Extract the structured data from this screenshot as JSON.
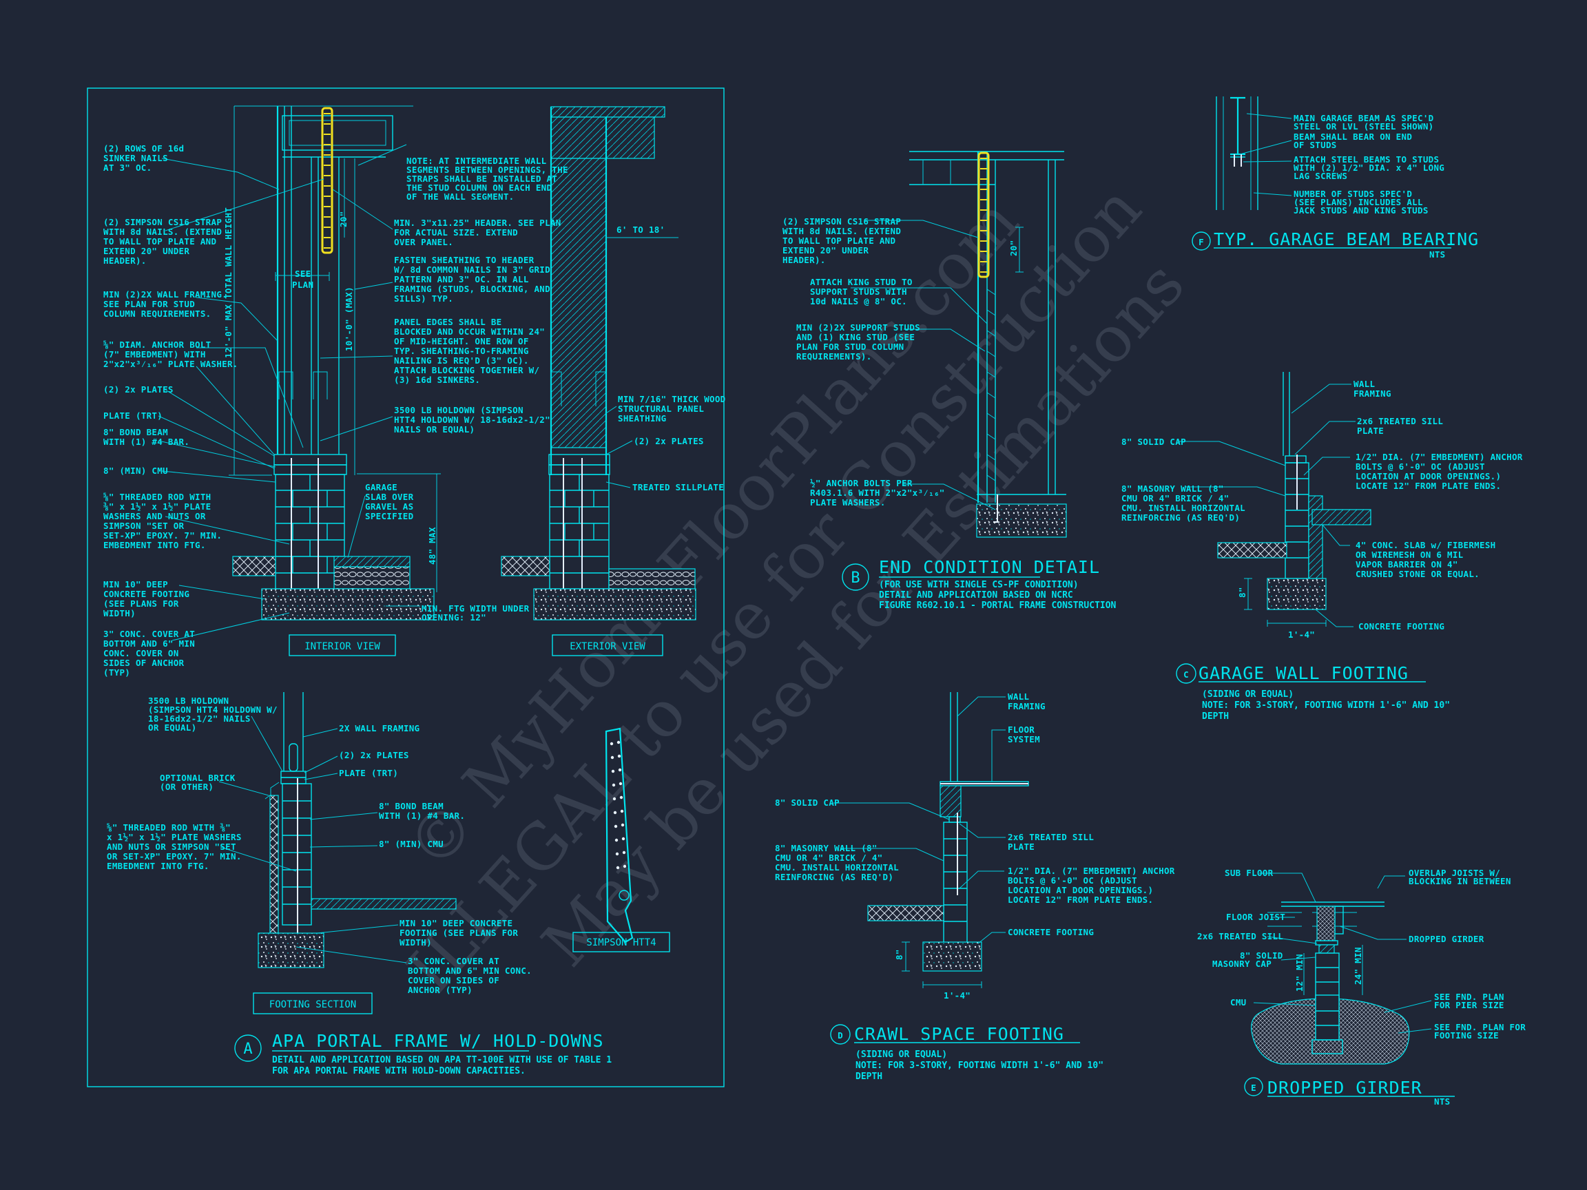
{
  "watermark": {
    "line1": "© MyHomeFloorPlans.com",
    "line2": "ILLEGAL to use for Construction",
    "line3": "May be used for Estimations"
  },
  "colors": {
    "background": "#1f2636",
    "linework": "#00e4ee",
    "highlight": "#f0e020"
  },
  "detail_a": {
    "letter": "A",
    "title": "APA PORTAL FRAME W/ HOLD-DOWNS",
    "sub1": "DETAIL AND APPLICATION BASED ON APA TT-100E WITH USE OF TABLE 1",
    "sub2": "FOR APA PORTAL FRAME WITH HOLD-DOWN CAPACITIES.",
    "interior_view": "INTERIOR VIEW",
    "exterior_view": "EXTERIOR VIEW",
    "footing_section": "FOOTING SECTION",
    "simpson": "SIMPSON HTT4",
    "dim_total": "12'-0\" MAX TOTAL WALL HEIGHT",
    "dim_20": "20\"",
    "dim_10": "10'-0\" (MAX)",
    "dim_48": "48\" MAX",
    "dim_see_plan": [
      "SEE",
      "PLAN"
    ],
    "dim_6to18": "6' TO 18'",
    "left_notes": [
      [
        "(2) ROWS OF 16d",
        "SINKER NAILS",
        "AT 3\" OC."
      ],
      [
        "(2) SIMPSON CS16 STRAP",
        "WITH 8d NAILS. (EXTEND",
        "TO WALL TOP PLATE AND",
        "EXTEND 20\" UNDER",
        "HEADER)."
      ],
      [
        "MIN (2)2X WALL FRAMING.",
        "SEE PLAN FOR STUD",
        "COLUMN REQUIREMENTS."
      ],
      [
        "⅝\" DIAM. ANCHOR BOLT",
        "(7\" EMBEDMENT) WITH",
        "2\"x2\"x³⁄₁₆\" PLATE WASHER."
      ],
      [
        "(2) 2x PLATES"
      ],
      [
        "PLATE (TRT)"
      ],
      [
        "8\" BOND BEAM",
        "WITH (1) #4 BAR."
      ],
      [
        "8\" (MIN) CMU"
      ],
      [
        "⅝\" THREADED ROD WITH",
        "⅜\" x 1½\" x 1½\" PLATE",
        "WASHERS AND NUTS OR",
        "SIMPSON \"SET OR",
        "SET-XP\" EPOXY. 7\" MIN.",
        "EMBEDMENT INTO FTG."
      ],
      [
        "MIN 10\" DEEP",
        "CONCRETE FOOTING",
        "(SEE PLANS FOR",
        "WIDTH)"
      ],
      [
        "3\" CONC. COVER AT",
        "BOTTOM AND 6\" MIN",
        "CONC. COVER ON",
        "SIDES OF ANCHOR",
        "(TYP)"
      ]
    ],
    "mid_notes": [
      [
        "NOTE: AT INTERMEDIATE WALL",
        "SEGMENTS BETWEEN OPENINGS, THE",
        "STRAPS SHALL BE INSTALLED AT",
        "THE STUD COLUMN ON EACH END",
        "OF THE WALL SEGMENT."
      ],
      [
        "MIN. 3\"x11.25\" HEADER. SEE PLAN",
        "FOR ACTUAL SIZE. EXTEND",
        "OVER PANEL."
      ],
      [
        "FASTEN SHEATHING TO HEADER",
        "W/ 8d COMMON NAILS IN 3\" GRID",
        "PATTERN AND 3\" OC. IN ALL",
        "FRAMING (STUDS, BLOCKING, AND",
        "SILLS) TYP."
      ],
      [
        "PANEL EDGES SHALL BE",
        "BLOCKED AND OCCUR WITHIN 24\"",
        "OF MID-HEIGHT. ONE ROW OF",
        "TYP. SHEATHING-TO-FRAMING",
        "NAILING IS REQ'D (3\" OC).",
        "ATTACH BLOCKING TOGETHER W/",
        "(3) 16d SINKERS."
      ],
      [
        "3500 LB HOLDOWN (SIMPSON",
        "HTT4 HOLDOWN W/ 18-16dx2-1/2\"",
        "NAILS OR EQUAL)"
      ],
      [
        "GARAGE",
        "SLAB OVER",
        "GRAVEL AS",
        "SPECIFIED"
      ],
      [
        "MIN. FTG WIDTH UNDER",
        "OPENING: 12\""
      ]
    ],
    "ext_notes": [
      [
        "MIN 7/16\" THICK WOOD",
        "STRUCTURAL PANEL",
        "SHEATHING"
      ],
      [
        "(2) 2x PLATES"
      ],
      [
        "TREATED SILLPLATE"
      ]
    ],
    "foot_notes": [
      [
        "3500 LB HOLDOWN",
        "(SIMPSON HTT4 HOLDOWN W/",
        "18-16dx2-1/2\" NAILS",
        "OR EQUAL)"
      ],
      [
        "2X WALL FRAMING"
      ],
      [
        "(2) 2x PLATES"
      ],
      [
        "PLATE (TRT)"
      ],
      [
        "OPTIONAL BRICK",
        "(OR OTHER)"
      ],
      [
        "8\" BOND BEAM",
        "WITH (1) #4 BAR."
      ],
      [
        "8\" (MIN) CMU"
      ],
      [
        "⅝\" THREADED ROD WITH ⅜\"",
        "x 1½\" x 1½\" PLATE WASHERS",
        "AND NUTS OR SIMPSON \"SET",
        "OR SET-XP\" EPOXY. 7\" MIN.",
        "EMBEDMENT INTO FTG."
      ],
      [
        "MIN 10\" DEEP CONCRETE",
        "FOOTING (SEE PLANS FOR",
        "WIDTH)"
      ],
      [
        "3\" CONC. COVER AT",
        "BOTTOM AND 6\" MIN CONC.",
        "COVER ON SIDES OF",
        "ANCHOR (TYP)"
      ]
    ]
  },
  "detail_b": {
    "letter": "B",
    "title": "END CONDITION DETAIL",
    "sub1": "(FOR USE WITH SINGLE CS-PF CONDITION)",
    "sub2": "DETAIL AND APPLICATION BASED ON NCRC",
    "sub3": "FIGURE R602.10.1 - PORTAL FRAME CONSTRUCTION",
    "dim_20": "20\"",
    "notes": [
      [
        "(2) SIMPSON CS16 STRAP",
        "WITH 8d NAILS. (EXTEND",
        "TO WALL TOP PLATE AND",
        "EXTEND 20\" UNDER",
        "HEADER)."
      ],
      [
        "ATTACH KING STUD TO",
        "SUPPORT STUDS WITH",
        "10d NAILS @ 8\" OC."
      ],
      [
        "MIN (2)2X SUPPORT STUDS",
        "AND (1) KING STUD (SEE",
        "PLAN FOR STUD COLUMN",
        "REQUIREMENTS)."
      ],
      [
        "½\" ANCHOR BOLTS PER",
        "R403.1.6 WITH 2\"x2\"x³⁄₁₆\"",
        "PLATE WASHERS."
      ]
    ]
  },
  "detail_c": {
    "letter": "C",
    "title": "GARAGE WALL FOOTING",
    "sub1": "(SIDING OR EQUAL)",
    "sub2": "NOTE: FOR 3-STORY, FOOTING WIDTH 1'-6\" AND 10\"",
    "sub3": "DEPTH",
    "dim_w": "1'-4\"",
    "dim_h": "8\"",
    "notes": [
      [
        "WALL",
        "FRAMING"
      ],
      [
        "2x6 TREATED SILL",
        "PLATE"
      ],
      [
        "8\" SOLID CAP"
      ],
      [
        "1/2\" DIA. (7\" EMBEDMENT) ANCHOR",
        "BOLTS @ 6'-0\" OC (ADJUST",
        "LOCATION AT DOOR OPENINGS.)",
        "LOCATE 12\" FROM PLATE ENDS."
      ],
      [
        "8\" MASONRY WALL (8\"",
        "CMU OR 4\" BRICK / 4\"",
        "CMU. INSTALL HORIZONTAL",
        "REINFORCING (AS REQ'D)"
      ],
      [
        "4\" CONC. SLAB w/ FIBERMESH",
        "OR WIREMESH ON 6 MIL",
        "VAPOR BARRIER ON 4\"",
        "CRUSHED STONE OR EQUAL."
      ],
      [
        "CONCRETE FOOTING"
      ]
    ]
  },
  "detail_d": {
    "letter": "D",
    "title": "CRAWL SPACE FOOTING",
    "sub1": "(SIDING OR EQUAL)",
    "sub2": "NOTE: FOR 3-STORY, FOOTING WIDTH 1'-6\" AND 10\"",
    "sub3": "DEPTH",
    "dim_w": "1'-4\"",
    "dim_h": "8\"",
    "notes": [
      [
        "WALL",
        "FRAMING"
      ],
      [
        "FLOOR",
        "SYSTEM"
      ],
      [
        "8\" SOLID CAP"
      ],
      [
        "2x6 TREATED SILL",
        "PLATE"
      ],
      [
        "8\" MASONRY WALL (8\"",
        "CMU OR 4\" BRICK / 4\"",
        "CMU. INSTALL HORIZONTAL",
        "REINFORCING (AS REQ'D)"
      ],
      [
        "1/2\" DIA. (7\" EMBEDMENT) ANCHOR",
        "BOLTS @ 6'-0\" OC (ADJUST",
        "LOCATION AT DOOR OPENINGS.)",
        "LOCATE 12\" FROM PLATE ENDS."
      ],
      [
        "CONCRETE FOOTING"
      ]
    ]
  },
  "detail_e": {
    "letter": "E",
    "title": "DROPPED GIRDER",
    "nts": "NTS",
    "dim_12": "12\" MIN",
    "dim_24": "24\" MIN",
    "notes": [
      [
        "SUB FLOOR"
      ],
      [
        "OVERLAP JOISTS W/",
        "BLOCKING IN BETWEEN"
      ],
      [
        "FLOOR JOIST"
      ],
      [
        "2x6 TREATED SILL"
      ],
      [
        "DROPPED GIRDER"
      ],
      [
        "8\" SOLID",
        "MASONRY CAP"
      ],
      [
        "CMU"
      ],
      [
        "SEE FND. PLAN",
        "FOR PIER SIZE"
      ],
      [
        "SEE FND. PLAN FOR",
        "FOOTING SIZE"
      ]
    ]
  },
  "detail_f": {
    "letter": "F",
    "title": "TYP. GARAGE BEAM BEARING",
    "nts": "NTS",
    "notes": [
      [
        "MAIN GARAGE BEAM AS SPEC'D",
        "STEEL OR LVL (STEEL SHOWN)"
      ],
      [
        "BEAM SHALL BEAR ON END",
        "OF STUDS"
      ],
      [
        "ATTACH STEEL BEAMS TO STUDS",
        "WITH (2) 1/2\" DIA. x 4\" LONG",
        "LAG SCREWS"
      ],
      [
        "NUMBER OF STUDS SPEC'D",
        "(SEE PLANS) INCLUDES ALL",
        "JACK STUDS AND KING STUDS"
      ]
    ]
  }
}
